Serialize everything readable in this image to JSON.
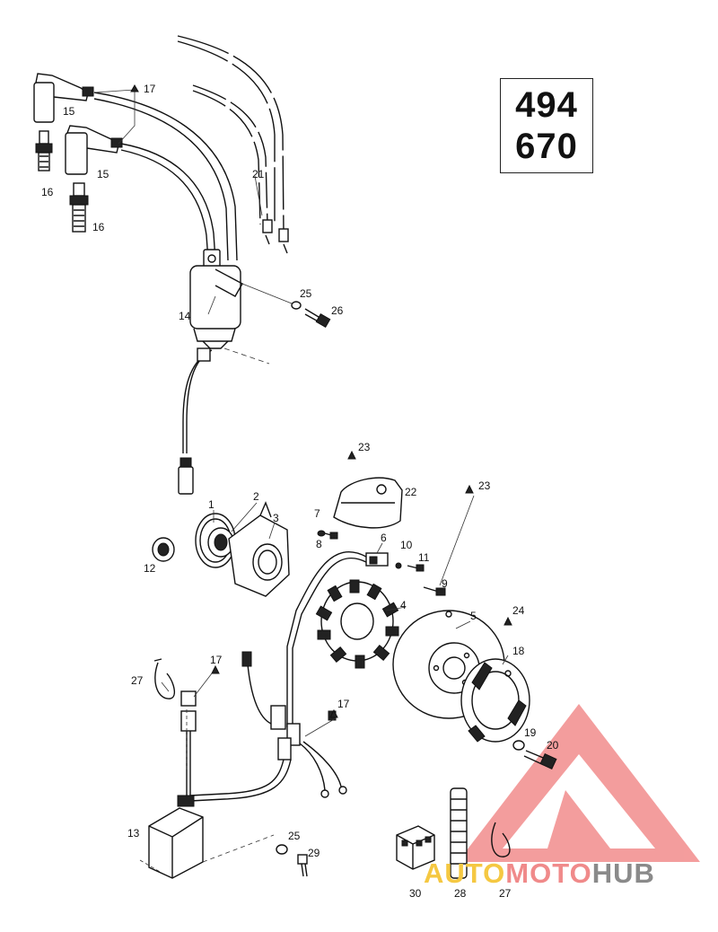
{
  "model_box": {
    "line1": "494",
    "line2": "670"
  },
  "watermark": {
    "part1": "AUTO",
    "part2": "MOTO",
    "part3": "HUB",
    "colors": {
      "part1": "#f5c842",
      "part2": "#f08a8a",
      "part3": "#8a8a8a",
      "logo": "#f28c8c"
    }
  },
  "labels": {
    "l17a": "17",
    "l15a": "15",
    "l16a": "16",
    "l15b": "15",
    "l16b": "16",
    "l21": "21",
    "l25a": "25",
    "l26": "26",
    "l14": "14",
    "l23a": "23",
    "l22": "22",
    "l23b": "23",
    "l1": "1",
    "l2": "2",
    "l3": "3",
    "l7": "7",
    "l8": "8",
    "l6": "6",
    "l10": "10",
    "l11": "11",
    "l9": "9",
    "l12": "12",
    "l4": "4",
    "l5": "5",
    "l24": "24",
    "l18": "18",
    "l17b": "17",
    "l27a": "27",
    "l17c": "17",
    "l19": "19",
    "l20": "20",
    "l13": "13",
    "l25b": "25",
    "l29": "29",
    "l30": "30",
    "l28": "28",
    "l27b": "27"
  }
}
